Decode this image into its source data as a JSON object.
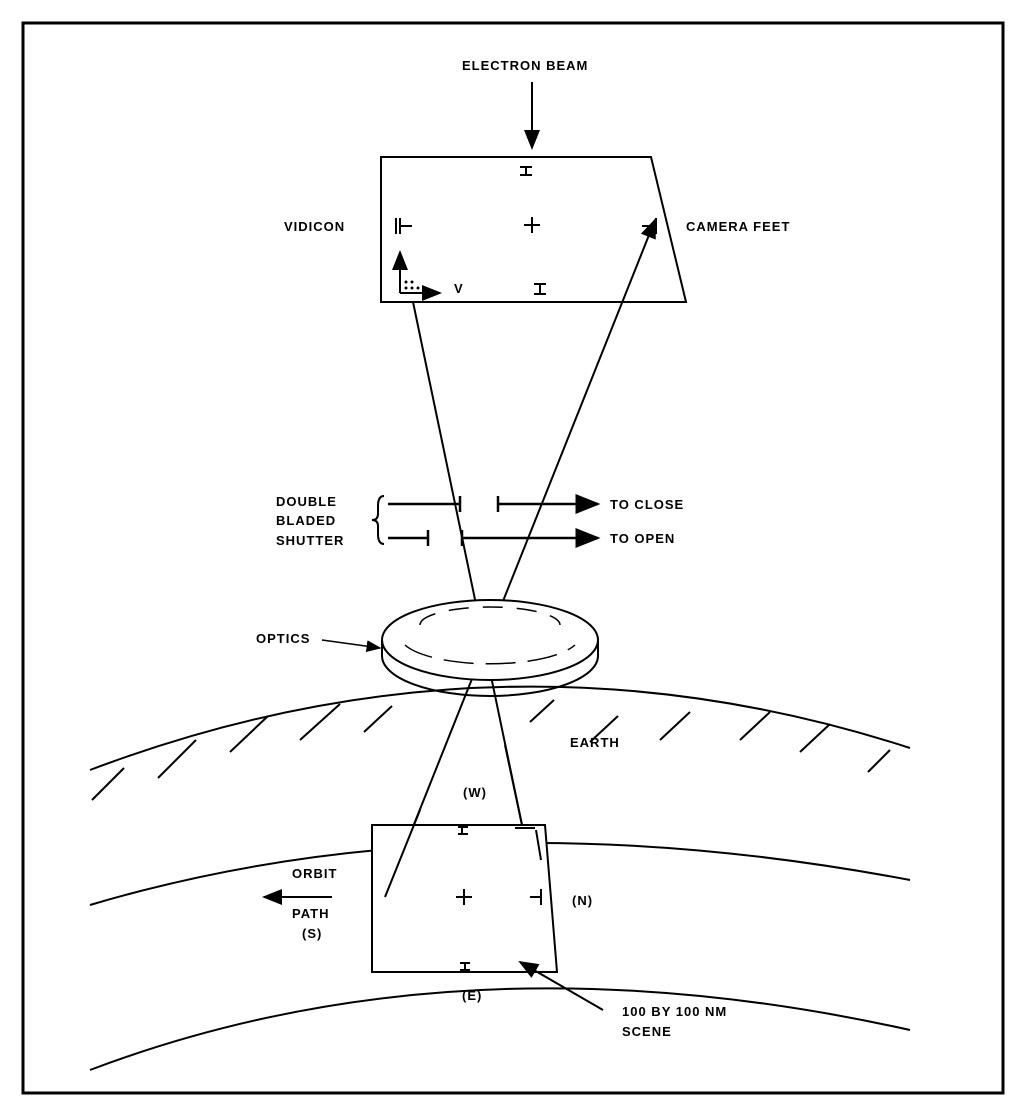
{
  "diagram": {
    "labels": {
      "electron_beam": "ELECTRON BEAM",
      "vidicon": "VIDICON",
      "camera_feet": "CAMERA FEET",
      "v": "V",
      "shutter_line1": "DOUBLE",
      "shutter_line2": "BLADED",
      "shutter_line3": "SHUTTER",
      "to_close": "TO CLOSE",
      "to_open": "TO OPEN",
      "optics": "OPTICS",
      "earth": "EARTH",
      "west": "(W)",
      "north": "(N)",
      "south": "(S)",
      "east": "(E)",
      "orbit": "ORBIT",
      "path": "PATH",
      "scene_line1": "100 BY 100 NM",
      "scene_line2": "SCENE"
    }
  }
}
